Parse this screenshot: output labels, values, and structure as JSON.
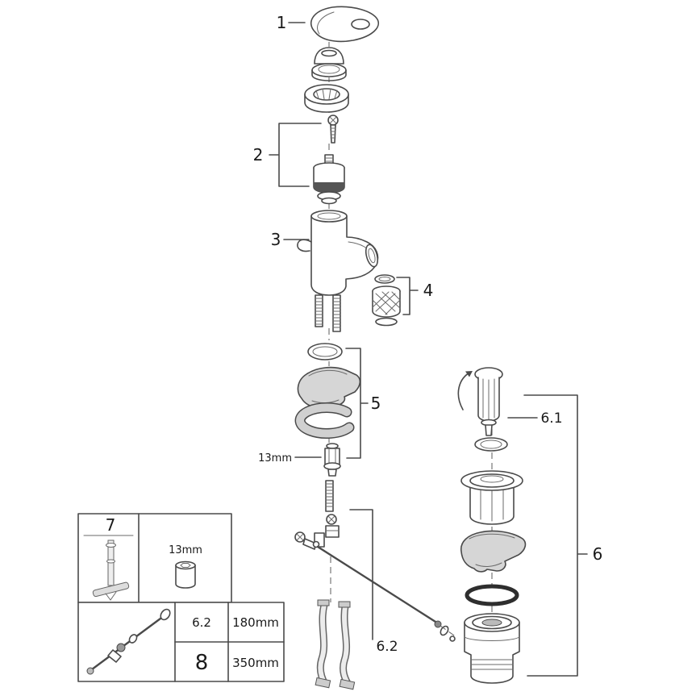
{
  "diagram": {
    "colors": {
      "line": "#4a4a4a",
      "shaded_part": "#d6d6d6",
      "background": "#ffffff"
    },
    "callouts": {
      "handle": "1",
      "cartridge": "2",
      "body": "3",
      "aerator": "4",
      "mounting": "5",
      "drain": "6",
      "popup_knob": "6.1",
      "popup_rod": "6.2",
      "tool": "7"
    },
    "annotations": {
      "nut_size": "13mm",
      "tool_size": "13mm"
    },
    "size_table": {
      "rows": [
        {
          "part": "6.2",
          "length": "180mm"
        },
        {
          "part": "8",
          "length": "350mm"
        }
      ]
    }
  }
}
